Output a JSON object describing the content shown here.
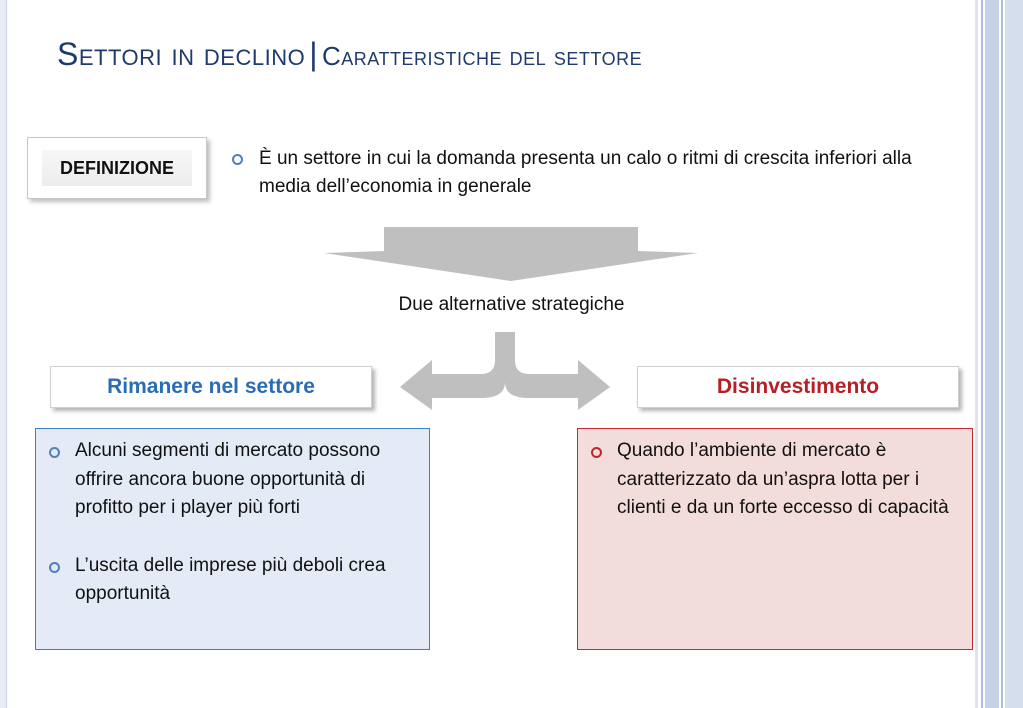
{
  "title": {
    "main": "Settori in declino",
    "separator": "|",
    "subtitle": "Caratteristiche del settore"
  },
  "definition": {
    "label": "DEFINIZIONE",
    "text": "È un settore in cui la domanda presenta un calo o ritmi di crescita inferiori alla media dell’economia in generale"
  },
  "alternatives_label": "Due alternative strategiche",
  "choices": {
    "left": "Rimanere nel settore",
    "right": "Disinvestimento"
  },
  "left_panel": {
    "items": [
      "Alcuni segmenti di mercato possono offrire ancora buone opportunità di profitto per i player più forti",
      "L’uscita delle imprese più deboli crea opportunità"
    ]
  },
  "right_panel": {
    "items": [
      "Quando l’ambiente di mercato è caratterizzato da un’aspra lotta per i clienti e da un forte eccesso di capacità"
    ]
  },
  "colors": {
    "title": "#1f3a6e",
    "left_accent": "#2a6cb6",
    "right_accent": "#b61f24",
    "arrow": "#bfbfbf"
  }
}
